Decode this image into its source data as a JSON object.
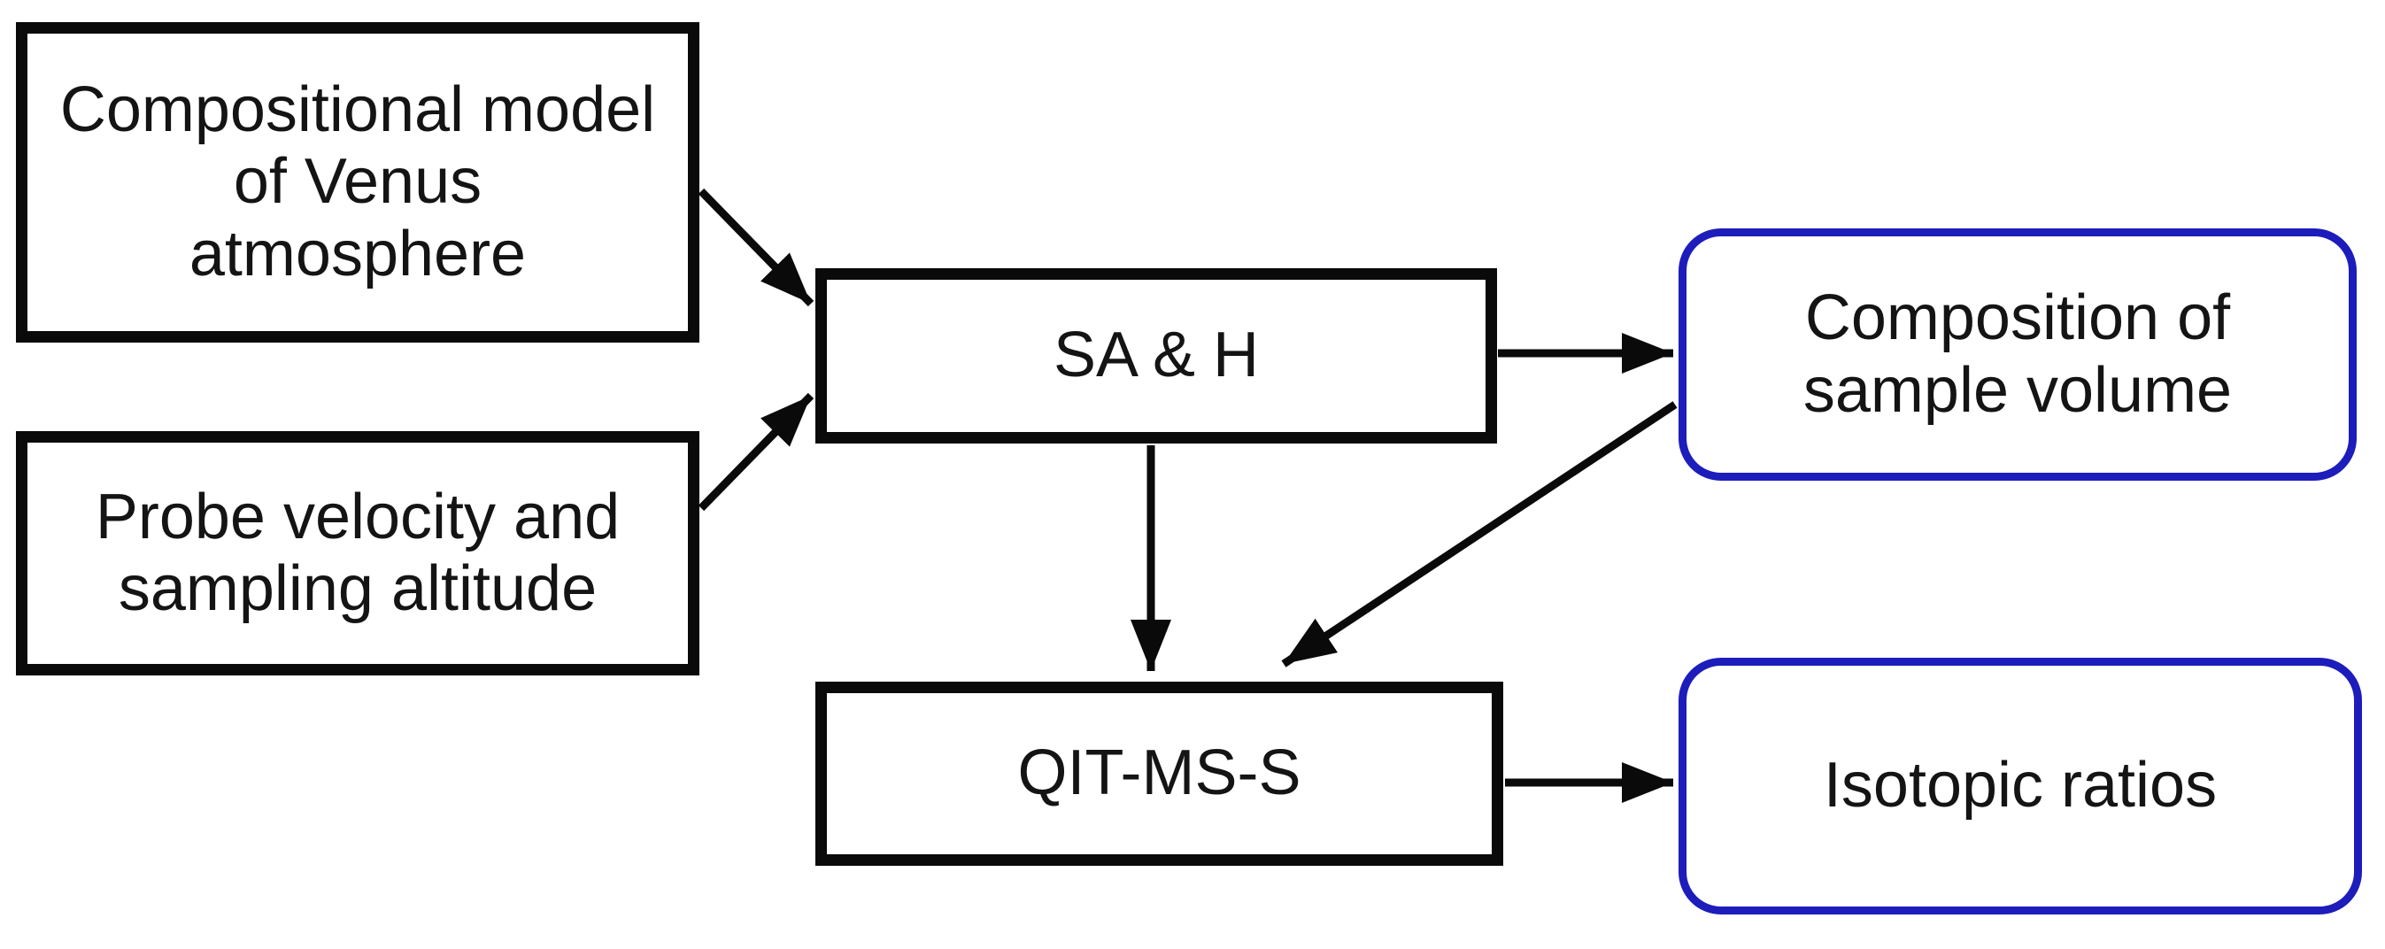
{
  "diagram": {
    "background_color": "#ffffff",
    "colors": {
      "node_border": "#0a0a0a",
      "output_node_border": "#1d1dbb",
      "arrow": "#0a0a0a",
      "text": "#141414"
    },
    "nodes": {
      "compositional_model": {
        "label": "Compositional model\nof Venus\natmosphere",
        "shape": "rectangle",
        "border": "black"
      },
      "probe_velocity": {
        "label": "Probe velocity and\nsampling altitude",
        "shape": "rectangle",
        "border": "black"
      },
      "sa_h": {
        "label": "SA & H",
        "shape": "rectangle",
        "border": "black"
      },
      "qit_ms_s": {
        "label": "QIT-MS-S",
        "shape": "rectangle",
        "border": "black"
      },
      "composition_volume": {
        "label": "Composition of\nsample volume",
        "shape": "rounded-rectangle",
        "border": "blue"
      },
      "isotopic_ratios": {
        "label": "Isotopic ratios",
        "shape": "rounded-rectangle",
        "border": "blue"
      }
    },
    "edges": [
      {
        "from": "compositional_model",
        "to": "sa_h"
      },
      {
        "from": "probe_velocity",
        "to": "sa_h"
      },
      {
        "from": "sa_h",
        "to": "composition_volume"
      },
      {
        "from": "sa_h",
        "to": "qit_ms_s"
      },
      {
        "from": "composition_volume",
        "to": "qit_ms_s"
      },
      {
        "from": "qit_ms_s",
        "to": "isotopic_ratios"
      }
    ]
  }
}
